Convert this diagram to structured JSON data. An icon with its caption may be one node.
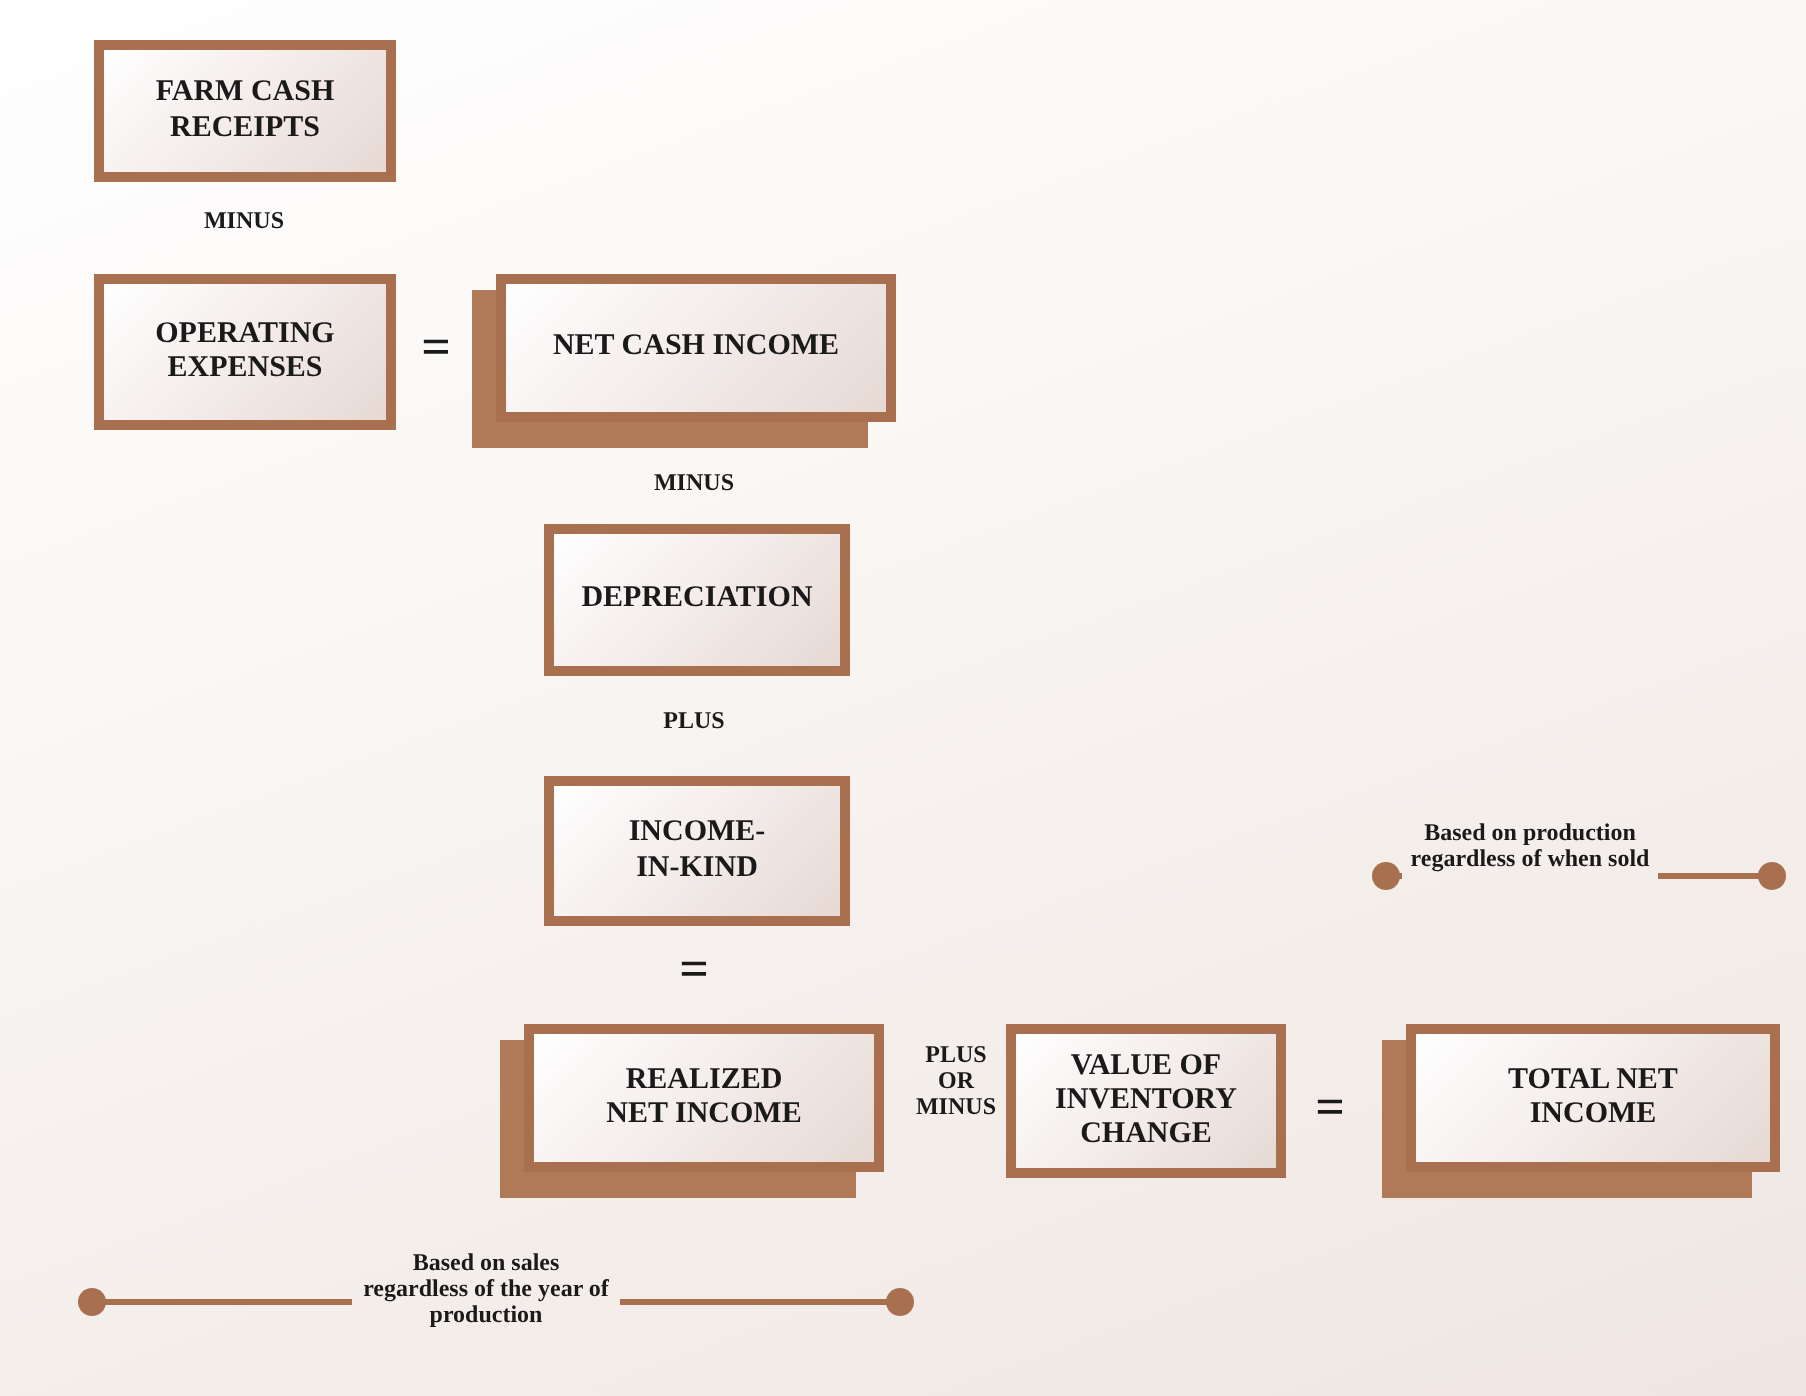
{
  "diagram": {
    "nodes": [
      {
        "text": [
          "FARM CASH RECEIPTS"
        ]
      },
      {
        "text": [
          "OPERATING EXPENSES"
        ]
      },
      {
        "text": [
          "NET CASH INCOME"
        ]
      },
      {
        "text": [
          "DEPRECIATION"
        ]
      },
      {
        "text": [
          "INCOME-IN-KIND"
        ]
      },
      {
        "text": [
          "REALIZED NET INCOME"
        ]
      },
      {
        "text": [
          "VALUE OF INVENTORY CHANGE"
        ]
      },
      {
        "text": [
          "TOTAL NET INCOME"
        ]
      }
    ],
    "labels": [
      "MINUS",
      "=",
      "MINUS",
      "PLUS",
      "Based on production regardless of when sold",
      "=",
      "PLUS OR MINUS",
      "=",
      "Based on sales regardless of the year of production"
    ]
  }
}
